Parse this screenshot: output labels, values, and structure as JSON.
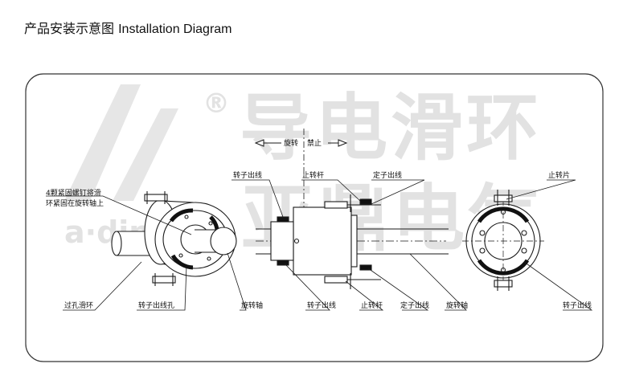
{
  "title": {
    "cn": "产品安装示意图",
    "en": "Installation Diagram"
  },
  "watermark": {
    "row1": "导电滑环",
    "row2": "亚鼎电气",
    "brand": "a·ding",
    "registered": "®"
  },
  "arrows": {
    "left_label": "旋转",
    "right_label": "禁止"
  },
  "labels": {
    "screws_line1": "4颗紧固螺钉将滑",
    "screws_line2": "环紧固在旋转轴上",
    "through_bore_ring": "过孔滑环",
    "rotor_wire_hole": "转子出线孔",
    "rotating_shaft_1": "旋转轴",
    "rotor_wire_top": "转子出线",
    "stop_rod_top": "止转杆",
    "stator_wire_top": "定子出线",
    "rotor_wire_bottom": "转子出线",
    "stop_rod_bottom": "止转杆",
    "stator_wire_bottom": "定子出线",
    "rotating_shaft_2": "旋转轴",
    "stop_tab": "止转片",
    "rotor_wire_right": "转子出线"
  },
  "colors": {
    "line": "#1a1a1a",
    "watermark": "#e2e2e2",
    "frame": "#333333"
  }
}
